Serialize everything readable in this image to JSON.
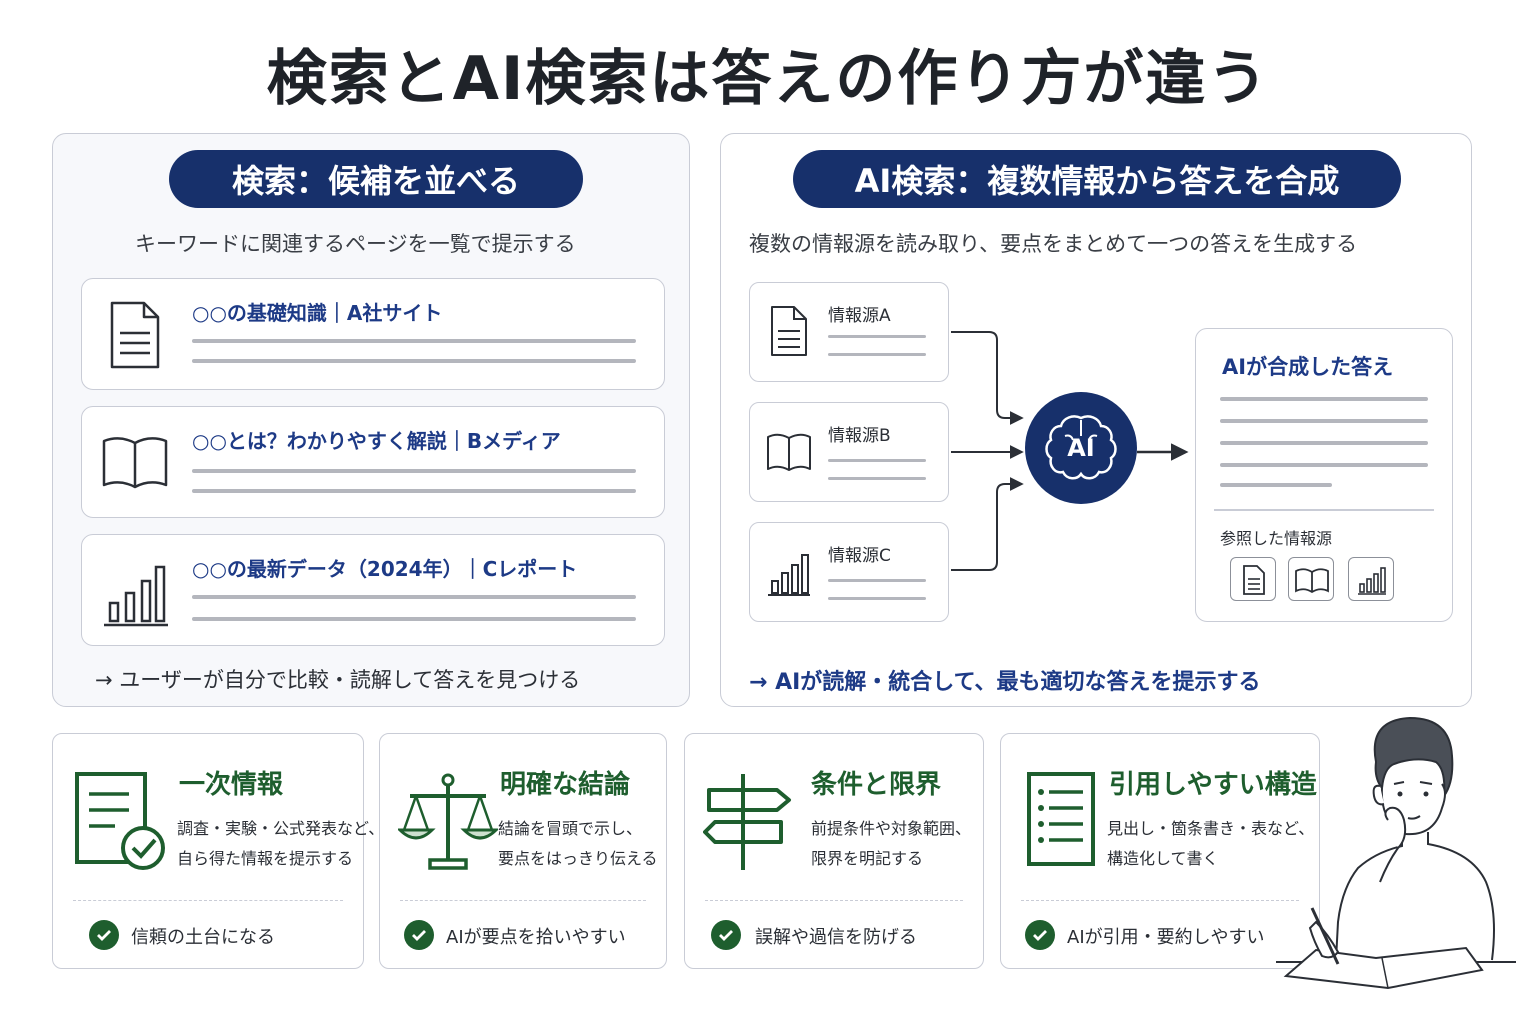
{
  "title": "検索とAI検索は答えの作り方が違う",
  "search": {
    "heading": "検索：候補を並べる",
    "subtitle": "キーワードに関連するページを一覧で提示する",
    "results": [
      {
        "title": "○○の基礎知識｜A社サイト",
        "icon": "document-icon"
      },
      {
        "title": "○○とは？わかりやすく解説｜Bメディア",
        "icon": "book-icon"
      },
      {
        "title": "○○の最新データ（2024年）｜Cレポート",
        "icon": "bar-chart-icon"
      }
    ],
    "note": "→ ユーザーが自分で比較・読解して答えを見つける"
  },
  "ai_search": {
    "heading": "AI検索：複数情報から答えを合成",
    "subtitle": "複数の情報源を読み取り、要点をまとめて一つの答えを生成する",
    "sources": [
      {
        "label": "情報源A",
        "icon": "document-icon"
      },
      {
        "label": "情報源B",
        "icon": "book-icon"
      },
      {
        "label": "情報源C",
        "icon": "bar-chart-icon"
      }
    ],
    "ai_label": "AI",
    "answer_title": "AIが合成した答え",
    "references_label": "参照した情報源",
    "note": "→ AIが読解・統合して、最も適切な答えを提示する"
  },
  "tips": [
    {
      "title": "一次情報",
      "desc": [
        "調査・実験・公式発表など、",
        "自ら得た情報を提示する"
      ],
      "result": "信頼の土台になる",
      "icon": "document-check-icon"
    },
    {
      "title": "明確な結論",
      "desc": [
        "結論を冒頭で示し、",
        "要点をはっきり伝える"
      ],
      "result": "AIが要点を拾いやすい",
      "icon": "scale-icon"
    },
    {
      "title": "条件と限界",
      "desc": [
        "前提条件や対象範囲、",
        "限界を明記する"
      ],
      "result": "誤解や過信を防げる",
      "icon": "signpost-icon"
    },
    {
      "title": "引用しやすい構造",
      "desc": [
        "見出し・箇条書き・表など、",
        "構造化して書く"
      ],
      "result": "AIが引用・要約しやすい",
      "icon": "list-document-icon"
    }
  ],
  "colors": {
    "navy": "#17306b",
    "green": "#1e5e2e",
    "gray_line": "#b4b6bd"
  }
}
